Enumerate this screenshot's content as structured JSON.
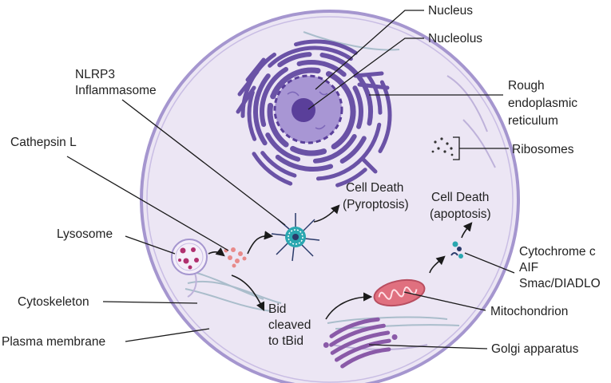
{
  "labels": {
    "nucleus": "Nucleus",
    "nucleolus": "Nucleolus",
    "rer_line1": "Rough",
    "rer_line2": "endoplasmic",
    "rer_line3": "reticulum",
    "ribosomes": "Ribosomes",
    "nlrp3_line1": "NLRP3",
    "nlrp3_line2": "Inflammasome",
    "cathepsin": "Cathepsin L",
    "lysosome": "Lysosome",
    "cytoskeleton": "Cytoskeleton",
    "plasma_membrane": "Plasma membrane",
    "pyroptosis_line1": "Cell Death",
    "pyroptosis_line2": "(Pyroptosis)",
    "apoptosis_line1": "Cell Death",
    "apoptosis_line2": "(apoptosis)",
    "cytc_line1": "Cytochrome c",
    "cytc_line2": "AIF",
    "cytc_line3": "Smac/DIADLO",
    "mitochondrion": "Mitochondrion",
    "bid_line1": "Bid",
    "bid_line2": "cleaved",
    "bid_line3": "to tBid",
    "golgi": "Golgi apparatus"
  },
  "colors": {
    "cell_fill": "#ece6f4",
    "membrane": "#9d8cc8",
    "er": "#6a52a6",
    "nucleus": "#8d78c4",
    "nucleolus": "#5a3f9a",
    "lysosome_fill": "#f4eef9",
    "lysosome_dots": "#b0306f",
    "cathepsin": "#e88a8a",
    "mito": "#e0707f",
    "golgi": "#8a5aa8",
    "teal": "#2aa7b0",
    "cytoskeleton": "#9fb6c4"
  }
}
